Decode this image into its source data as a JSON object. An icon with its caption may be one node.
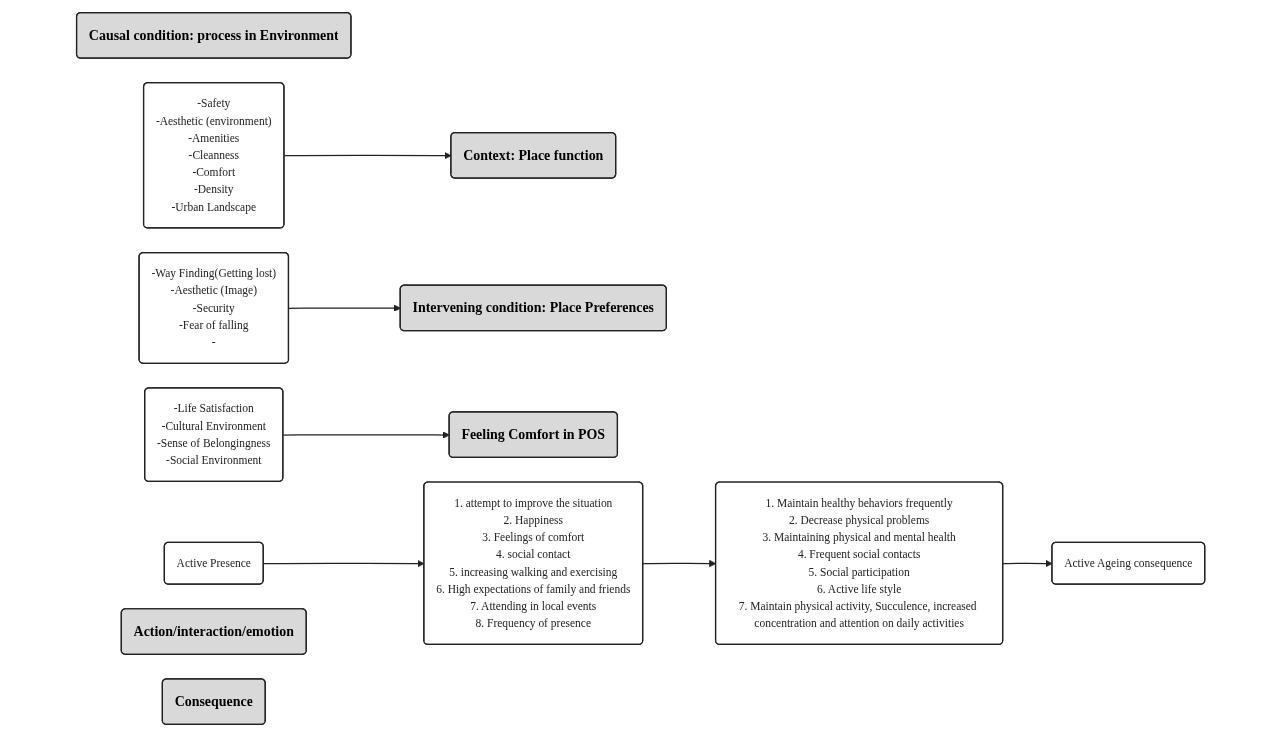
{
  "diagram": {
    "nodes": [
      {
        "text": [
          "Causal condition: process in Environment"
        ]
      },
      {
        "text": [
          "-Life Satisfaction",
          "-Cultural Environment",
          "-Sense of Belongingness",
          "-Social Environment"
        ]
      },
      {
        "text": [
          "-Safety",
          "-Aesthetic (environment)",
          "-Amenities",
          "-Cleanness",
          "-Comfort",
          "-Density",
          "-Urban Landscape"
        ]
      },
      {
        "text": [
          "Context: Place function"
        ]
      },
      {
        "text": [
          "Intervening condition: Place Preferences"
        ]
      },
      {
        "text": [
          "-Way Finding(Getting lost)",
          "-Aesthetic (Image)",
          "-Security",
          "-Fear of falling",
          "-"
        ]
      },
      {
        "text": [
          "Feeling Comfort in POS"
        ]
      },
      {
        "text": [
          "Active Presence"
        ]
      },
      {
        "text": [
          "1. attempt to improve the situation",
          "2. Happiness",
          "3. Feelings of comfort",
          "4. social contact",
          "5. increasing walking and exercising",
          "6. High expectations of family and friends",
          "7. Attending in local events",
          "8. Frequency of presence"
        ]
      },
      {
        "text": [
          "Action/interaction/emotion"
        ]
      },
      {
        "text": [
          "1. Maintain healthy behaviors frequently",
          "2. Decrease physical problems",
          "3. Maintaining physical and mental health",
          "4. Frequent social contacts",
          "5. Social participation",
          "6. Active life style",
          "7. Maintain physical activity, Succulence, increased concentration and attention on daily activities"
        ]
      },
      {
        "text": [
          "Active Ageing consequence"
        ]
      },
      {
        "text": [
          "Consequence"
        ]
      }
    ],
    "edges": [
      {
        "from": 1,
        "to": 6,
        "arrow": "to"
      },
      {
        "from": 2,
        "to": 3,
        "arrow": "to"
      },
      {
        "from": 5,
        "to": 4,
        "arrow": "to"
      },
      {
        "from": 7,
        "to": 8,
        "arrow": "to"
      },
      {
        "from": 8,
        "to": 10,
        "arrow": "to"
      },
      {
        "from": 10,
        "to": 11,
        "arrow": "to"
      }
    ]
  }
}
